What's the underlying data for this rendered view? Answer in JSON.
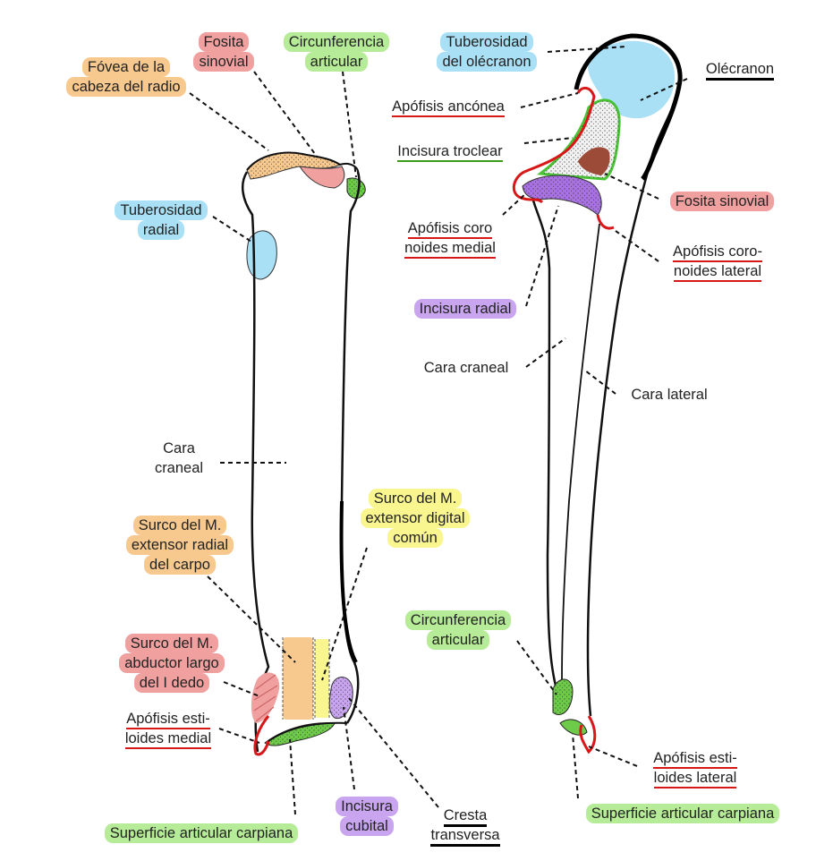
{
  "colors": {
    "orange": "#f7c98f",
    "red": "#f1a0a0",
    "green": "#b6ec97",
    "blue": "#a9e0f5",
    "purple": "#c9a5ef",
    "yellow": "#f9f58f",
    "underline_red": "#d81818",
    "underline_black": "#000000"
  },
  "radius": {
    "fovea": [
      "Fóvea de la",
      "cabeza del radio"
    ],
    "fosita_sinovial": [
      "Fosita",
      "sinovial"
    ],
    "circunferencia_articular": [
      "Circunferencia",
      "articular"
    ],
    "tuberosidad_radial": [
      "Tuberosidad",
      "radial"
    ],
    "cara_craneal": [
      "Cara",
      "craneal"
    ],
    "surco_extensor_radial": [
      "Surco del M.",
      "extensor radial",
      "del carpo"
    ],
    "surco_extensor_digital": [
      "Surco del M.",
      "extensor digital",
      "común"
    ],
    "surco_abductor": [
      "Surco del M.",
      "abductor largo",
      "del I dedo"
    ],
    "apofisis_estiloides_medial": [
      "Apófisis esti-",
      "loides medial"
    ],
    "superficie_articular_carpiana": "Superficie articular carpiana",
    "incisura_cubital": [
      "Incisura",
      "cubital"
    ],
    "cresta_transversa": [
      "Cresta",
      "transversa"
    ]
  },
  "ulna": {
    "tuberosidad_olecranon": [
      "Tuberosidad",
      "del olécranon"
    ],
    "olecranon": "Olécranon",
    "apofisis_anconea": "Apófisis ancónea",
    "incisura_troclear": "Incisura troclear",
    "fosita_sinovial": "Fosita sinovial",
    "apofisis_coronoides_medial": [
      "Apófisis coro",
      "noides medial"
    ],
    "apofisis_coronoides_lateral": [
      "Apófisis coro-",
      "noides lateral"
    ],
    "incisura_radial": "Incisura radial",
    "cara_craneal": "Cara craneal",
    "cara_lateral": "Cara lateral",
    "circunferencia_articular": [
      "Circunferencia",
      "articular"
    ],
    "apofisis_estiloides_lateral": [
      "Apófisis esti-",
      "loides lateral"
    ],
    "superficie_articular_carpiana": "Superficie articular carpiana"
  }
}
